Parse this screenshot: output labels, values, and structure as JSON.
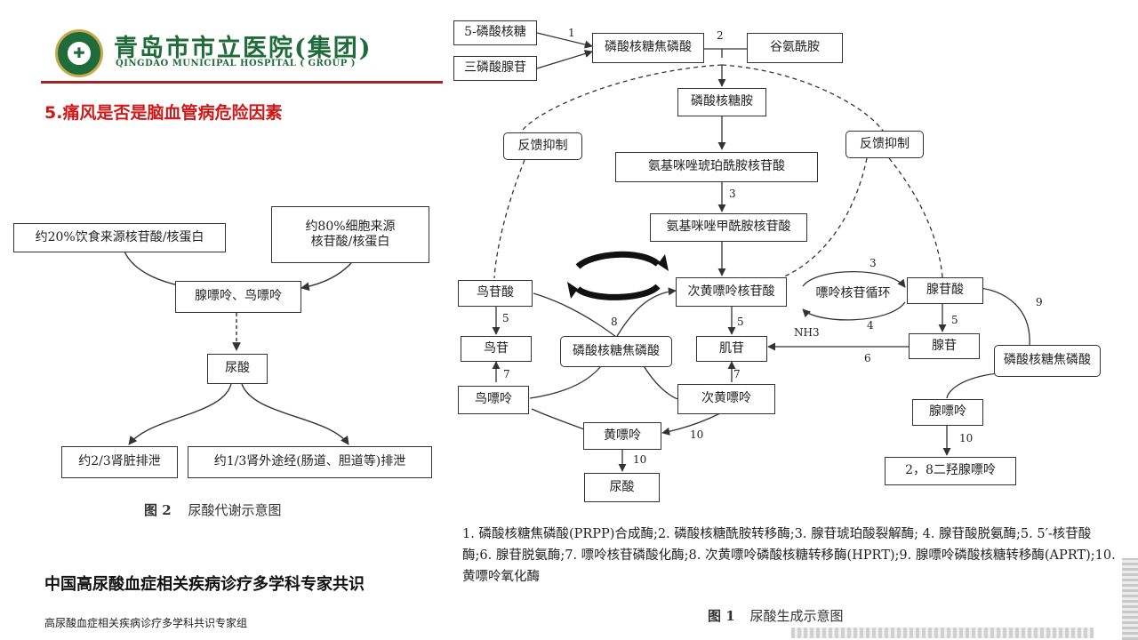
{
  "header": {
    "hospital_name_cn": "青岛市市立医院(集团)",
    "hospital_name_en": "QINGDAO MUNICIPAL HOSPITAL ( GROUP )",
    "question_title": "5.痛风是否是脑血管病危险因素"
  },
  "left_diagram": {
    "boxes": {
      "diet": "约20%饮食来源核苷酸/核蛋白",
      "cell_line1": "约80%细胞来源",
      "cell_line2": "核苷酸/核蛋白",
      "purines": "腺嘌呤、鸟嘌呤",
      "uric_acid": "尿酸",
      "kidney": "约2/3肾脏排泄",
      "extrarenal": "约1/3肾外途经(肠道、胆道等)排泄"
    },
    "caption_label": "图 2",
    "caption_text": "尿酸代谢示意图"
  },
  "consensus": {
    "title": "中国高尿酸血症相关疾病诊疗多学科专家共识",
    "group": "高尿酸血症相关疾病诊疗多学科共识专家组"
  },
  "right_diagram": {
    "boxes": {
      "r5p": "5-磷酸核糖",
      "atp": "三磷酸腺苷",
      "prpp_top": "磷酸核糖焦磷酸",
      "gln": "谷氨酰胺",
      "prpp_amine": "磷酸核糖胺",
      "saicar": "氨基咪唑琥珀酰胺核苷酸",
      "aicar": "氨基咪唑甲酰胺核苷酸",
      "imp": "次黄嘌呤核苷酸",
      "gmp": "鸟苷酸",
      "amp": "腺苷酸",
      "guanosine": "鸟苷",
      "inosine": "肌苷",
      "adenosine": "腺苷",
      "prpp_mid": "磷酸核糖焦磷酸",
      "prpp_right": "磷酸核糖焦磷酸",
      "guanine": "鸟嘌呤",
      "hypoxanthine": "次黄嘌呤",
      "adenine": "腺嘌呤",
      "xanthine": "黄嘌呤",
      "uric_acid": "尿酸",
      "dha": "2，8二羟腺嘌呤",
      "feedback_left": "反馈抑制",
      "feedback_right": "反馈抑制",
      "cycle": "嘌呤核苷循环"
    },
    "labels": {
      "nh3": "NH3",
      "n1": "1",
      "n2": "2",
      "n3a": "3",
      "n3b": "3",
      "n4": "4",
      "n5a": "5",
      "n5b": "5",
      "n5c": "5",
      "n6": "6",
      "n7a": "7",
      "n7b": "7",
      "n8": "8",
      "n9": "9",
      "n10a": "10",
      "n10b": "10",
      "n10c": "10"
    },
    "legend": "1. 磷酸核糖焦磷酸(PRPP)合成酶;2. 磷酸核糖酰胺转移酶;3. 腺苷琥珀酸裂解酶; 4. 腺苷酸脱氨酶;5. 5′-核苷酸酶;6. 腺苷脱氨酶;7. 嘌呤核苷磷酸化酶;8. 次黄嘌呤磷酸核糖转移酶(HPRT);9. 腺嘌呤磷酸核糖转移酶(APRT);10. 黄嘌呤氧化酶",
    "caption_label": "图 1",
    "caption_text": "尿酸生成示意图"
  }
}
